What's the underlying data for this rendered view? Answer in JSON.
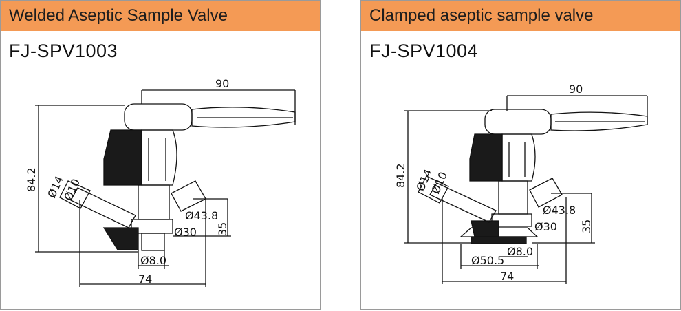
{
  "panels": [
    {
      "title": "Welded Aseptic Sample Valve",
      "model": "FJ-SPV1003",
      "dims": {
        "handle_length": "90",
        "height": "84.2",
        "outer_dia": "Ø14",
        "inner_dia": "Ø10",
        "port_dia": "Ø43.8",
        "body_dia": "Ø30",
        "side_height": "35",
        "bore_dia": "Ø8.0",
        "overall_width": "74"
      }
    },
    {
      "title": "Clamped aseptic sample valve",
      "model": "FJ-SPV1004",
      "dims": {
        "handle_length": "90",
        "height": "84.2",
        "outer_dia": "Ø14",
        "inner_dia": "Ø10",
        "port_dia": "Ø43.8",
        "body_dia": "Ø30",
        "side_height": "35",
        "bore_dia": "Ø8.0",
        "clamp_dia": "Ø50.5",
        "overall_width": "74"
      }
    }
  ],
  "colors": {
    "header_bg": "#f49a55",
    "border": "#9a9a9a",
    "line": "#111111"
  }
}
